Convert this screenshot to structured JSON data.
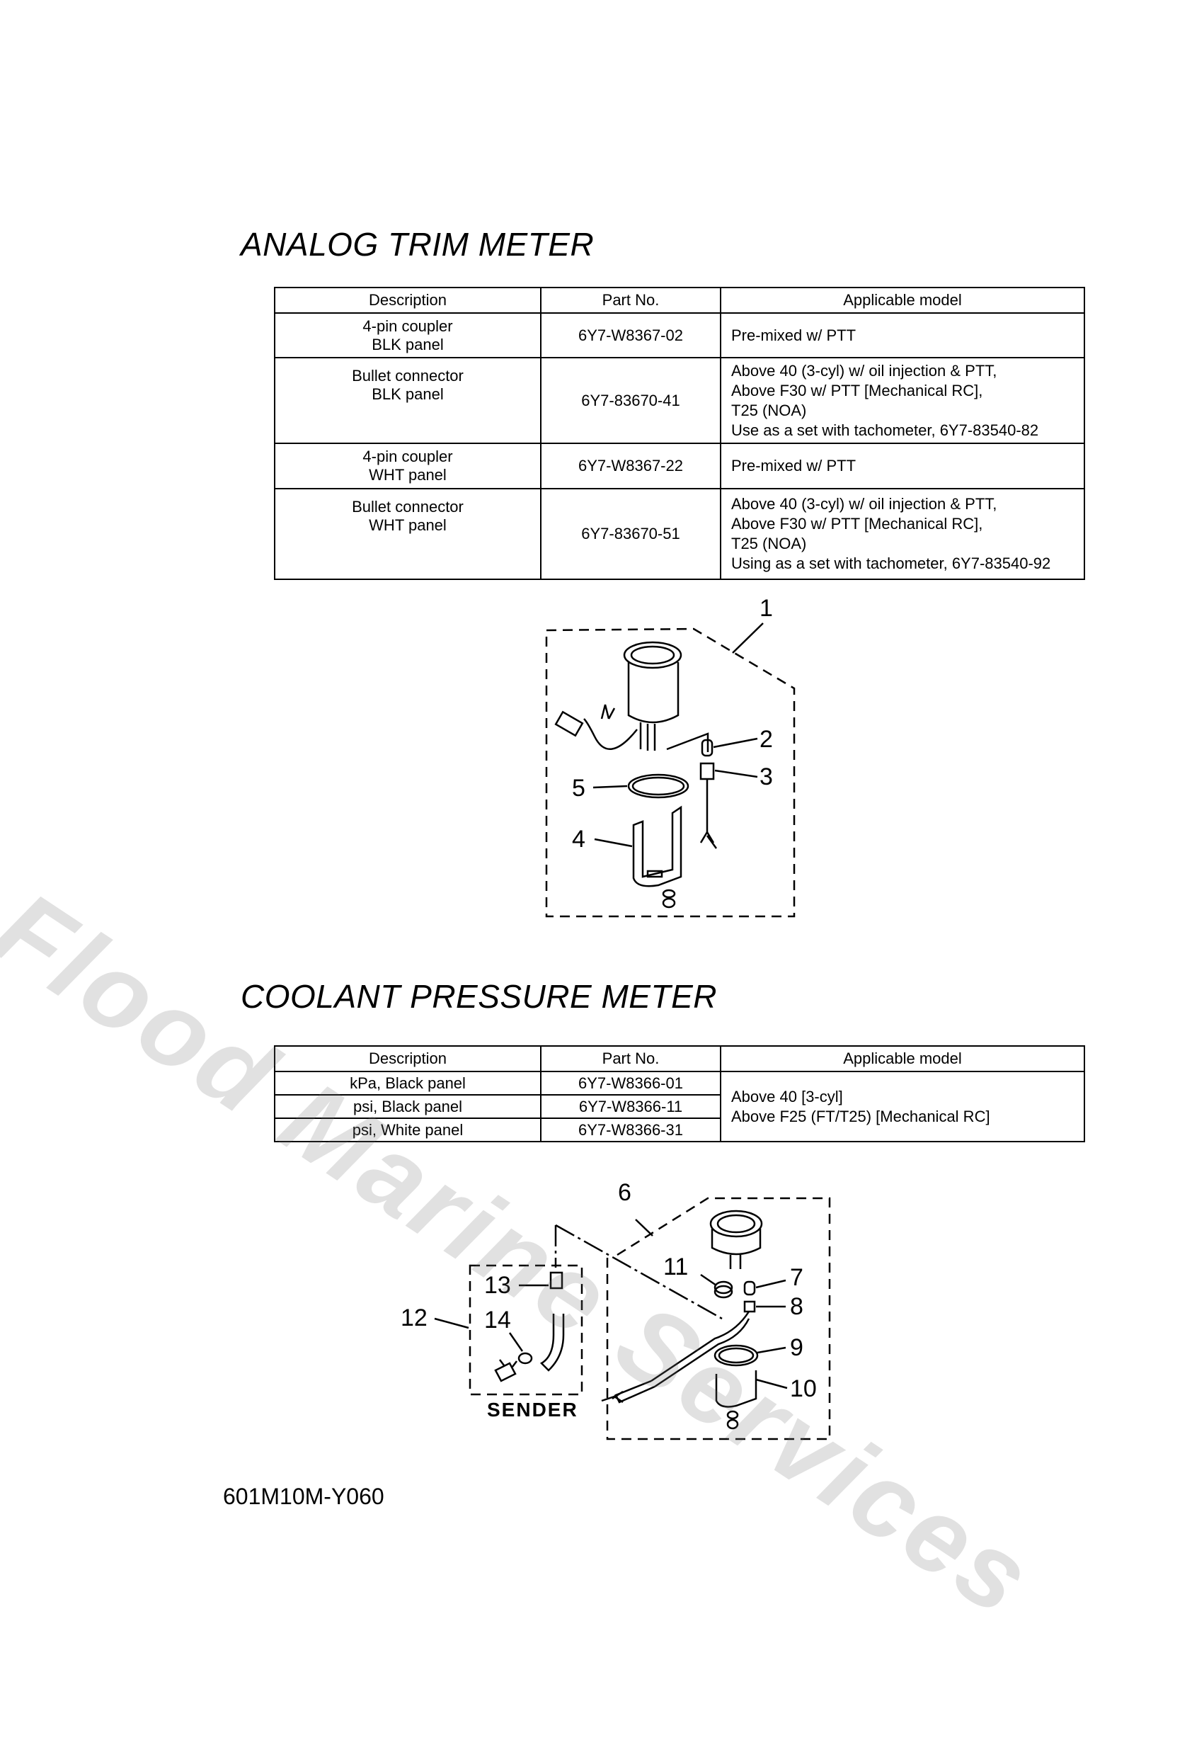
{
  "watermark": "Flood Marine Services",
  "section1": {
    "title": "ANALOG TRIM METER",
    "headers": [
      "Description",
      "Part No.",
      "Applicable model"
    ],
    "rows": [
      {
        "desc": [
          "4-pin coupler",
          "BLK panel"
        ],
        "part": "6Y7-W8367-02",
        "model": [
          "Pre-mixed w/ PTT"
        ]
      },
      {
        "desc": [
          "Bullet connector",
          "BLK panel"
        ],
        "part": "6Y7-83670-41",
        "model": [
          "Above 40 (3-cyl) w/ oil injection & PTT,",
          "Above F30 w/ PTT [Mechanical RC],",
          "T25 (NOA)",
          "Use as a set with tachometer, 6Y7-83540-82"
        ]
      },
      {
        "desc": [
          "4-pin coupler",
          "WHT panel"
        ],
        "part": "6Y7-W8367-22",
        "model": [
          "Pre-mixed w/ PTT"
        ]
      },
      {
        "desc": [
          "Bullet connector",
          "WHT panel"
        ],
        "part": "6Y7-83670-51",
        "model": [
          "Above 40 (3-cyl) w/ oil injection & PTT,",
          "Above F30 w/ PTT [Mechanical RC],",
          "T25 (NOA)",
          "Using as a set with tachometer, 6Y7-83540-92"
        ]
      }
    ],
    "callouts": [
      "1",
      "2",
      "3",
      "4",
      "5"
    ]
  },
  "section2": {
    "title": "COOLANT PRESSURE METER",
    "headers": [
      "Description",
      "Part No.",
      "Applicable model"
    ],
    "rows": [
      {
        "desc": "kPa, Black panel",
        "part": "6Y7-W8366-01"
      },
      {
        "desc": "psi, Black panel",
        "part": "6Y7-W8366-11"
      },
      {
        "desc": "psi, White panel",
        "part": "6Y7-W8366-31"
      }
    ],
    "model": [
      "Above 40 [3-cyl]",
      "Above F25 (FT/T25) [Mechanical RC]"
    ],
    "callouts": [
      "6",
      "7",
      "8",
      "9",
      "10",
      "11",
      "12",
      "13",
      "14"
    ],
    "sender_label": "SENDER"
  },
  "footer": {
    "code": "601M10M-Y060"
  }
}
